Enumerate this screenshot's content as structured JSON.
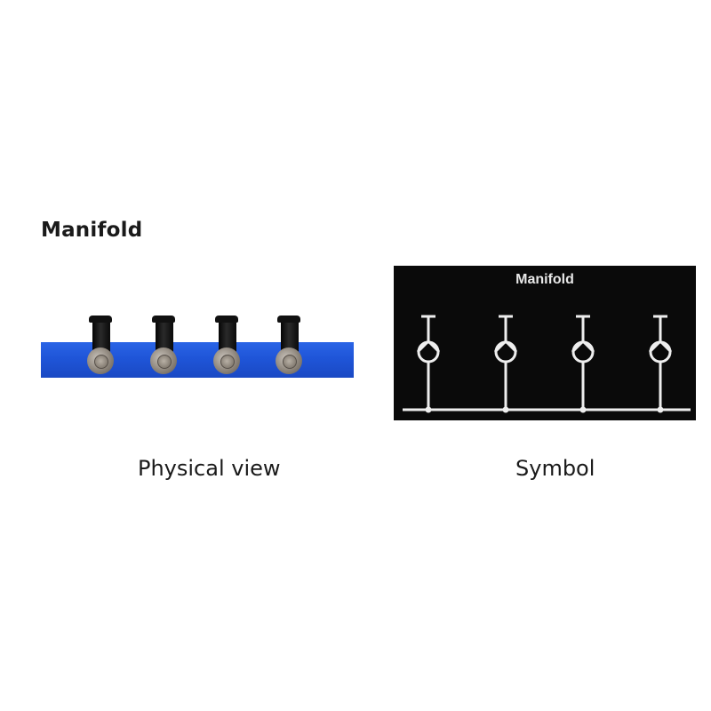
{
  "heading": "Manifold",
  "physical_view": {
    "caption": "Physical view",
    "bar_color": "#1f55d8",
    "fitting_count": 4
  },
  "symbol": {
    "caption": "Symbol",
    "title": "Manifold",
    "background": "#0a0a0a",
    "line_color": "#eeeeee",
    "branch_count": 4
  }
}
